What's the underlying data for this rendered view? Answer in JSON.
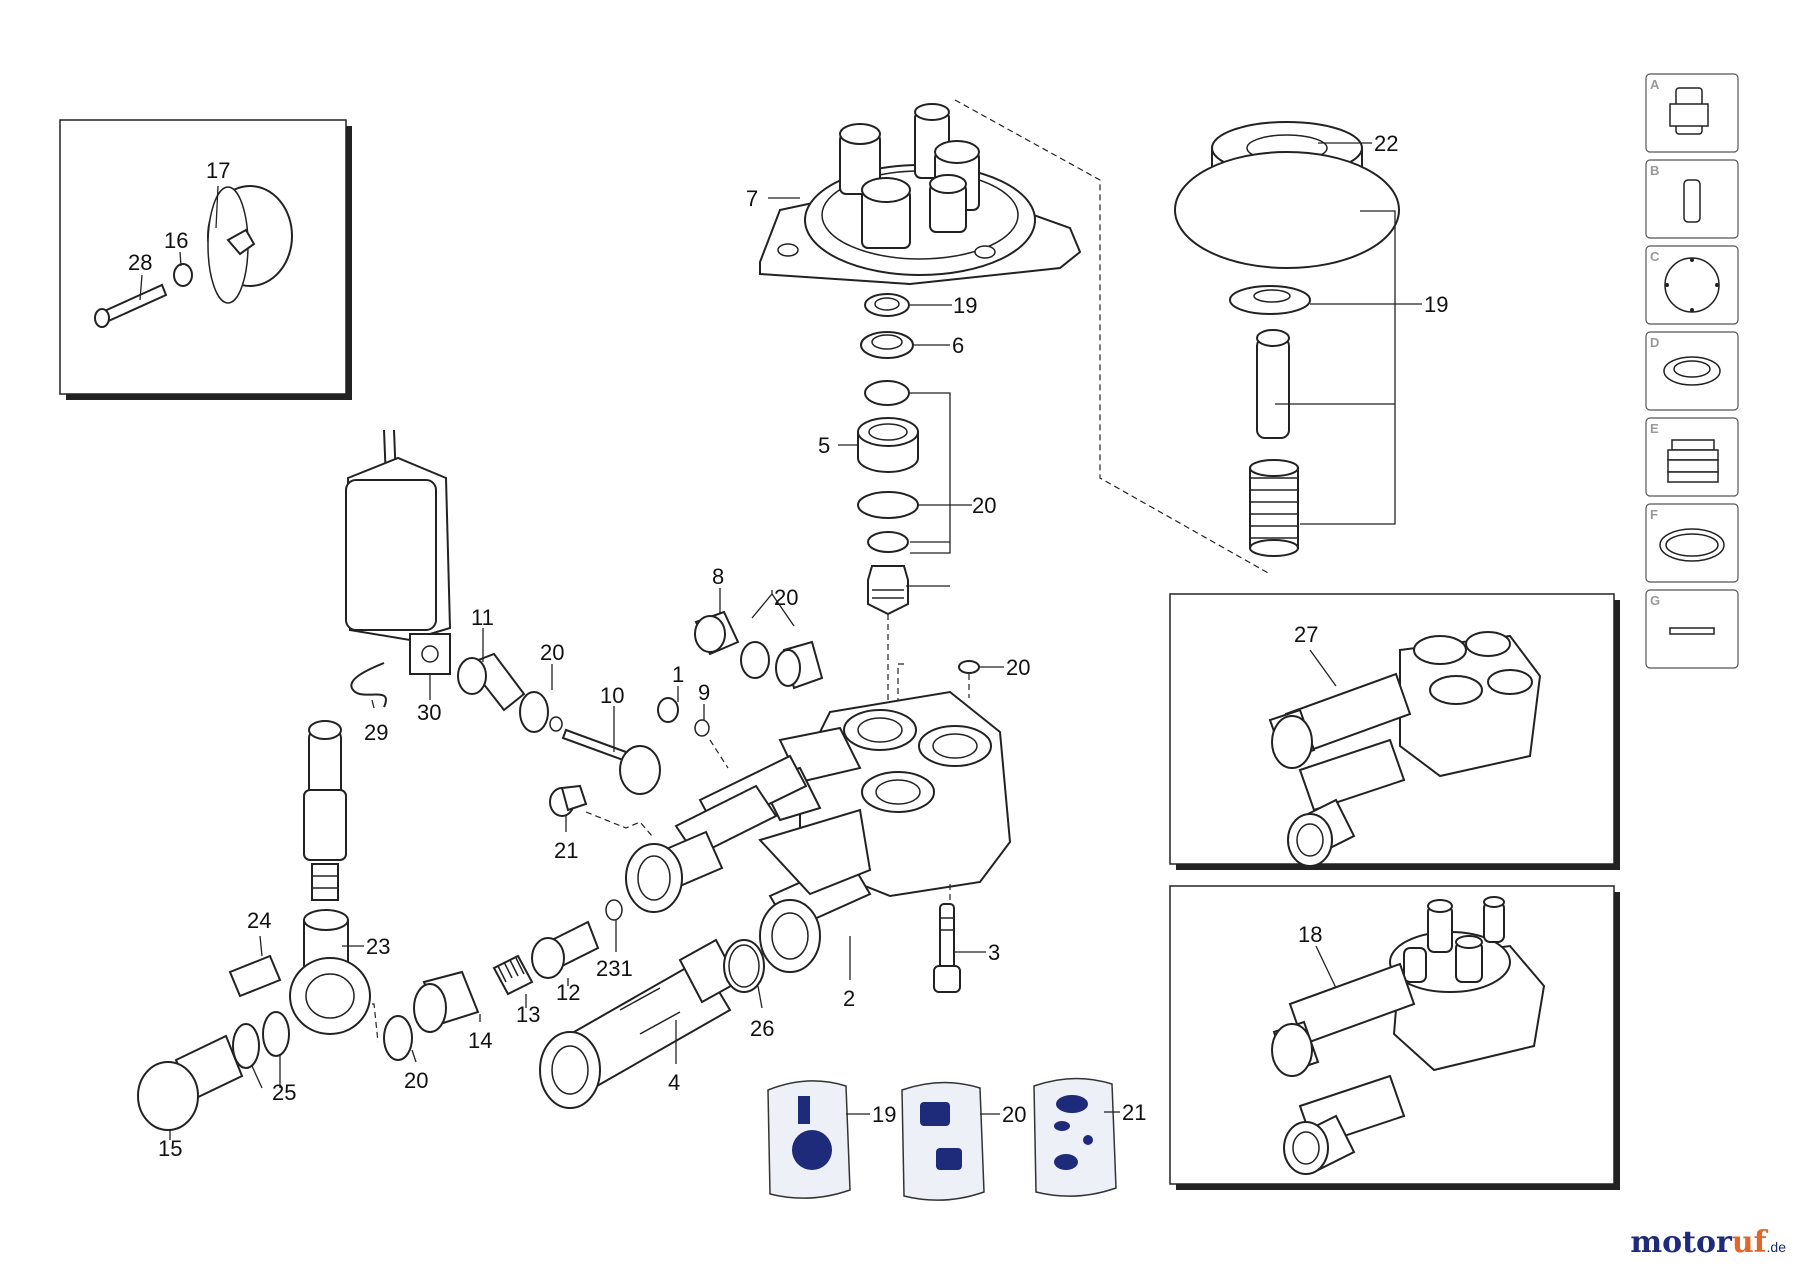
{
  "callouts": {
    "c1": "1",
    "c2": "2",
    "c3": "3",
    "c4": "4",
    "c5": "5",
    "c6": "6",
    "c7": "7",
    "c8": "8",
    "c9": "9",
    "c10": "10",
    "c11": "11",
    "c12": "12",
    "c13": "13",
    "c14": "14",
    "c15": "15",
    "c16": "16",
    "c17": "17",
    "c18": "18",
    "c19a": "19",
    "c19b": "19",
    "c19c": "19",
    "c20a": "20",
    "c20b": "20",
    "c20c": "20",
    "c20d": "20",
    "c20e": "20",
    "c20f": "20",
    "c21a": "21",
    "c21b": "21",
    "c22": "22",
    "c23": "23",
    "c24": "24",
    "c25": "25",
    "c26": "26",
    "c27": "27",
    "c28": "28",
    "c29": "29",
    "c30": "30",
    "c231": "231"
  },
  "variant_tiles": [
    "A",
    "B",
    "C",
    "D",
    "E",
    "F",
    "G"
  ],
  "brand": {
    "main": "motor",
    "accent": "uf",
    "suffix": ".de"
  },
  "icons": [
    "motoruf-logo-icon"
  ],
  "colors": {
    "brand_navy": "#1e2a7a",
    "brand_orange": "#e0672a",
    "line": "#222222"
  }
}
